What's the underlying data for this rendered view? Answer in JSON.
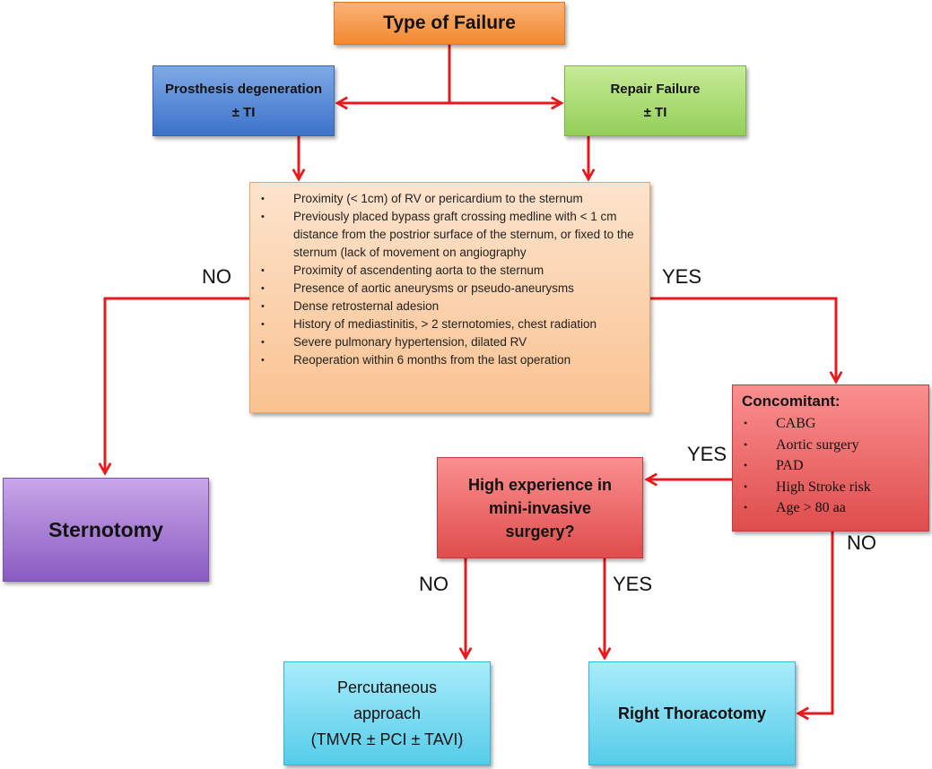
{
  "nodes": {
    "type_of_failure": "Type of Failure",
    "prosthesis": {
      "line1": "Prosthesis degeneration",
      "line2": "± TI"
    },
    "repair": {
      "line1": "Repair Failure",
      "line2": "± TI"
    },
    "criteria": [
      "Proximity (< 1cm) of RV or pericardium to the sternum",
      "Previously placed bypass graft crossing medline with < 1 cm distance from the postrior surface of the sternum, or fixed to the sternum (lack of movement  on angiography",
      "Proximity of ascendenting aorta to the sternum",
      "Presence of aortic aneurysms or pseudo-aneurysms",
      "Dense  retrosternal adesion",
      "History of mediastinitis, > 2 sternotomies, chest radiation",
      "Severe  pulmonary hypertension, dilated RV",
      "Reoperation within 6 months from the  last operation"
    ],
    "concomitant": {
      "title": "Concomitant:",
      "items": [
        "CABG",
        "Aortic  surgery",
        "PAD",
        "High  Stroke risk",
        "Age > 80 aa"
      ]
    },
    "experience": {
      "line1": "High experience in",
      "line2": "mini-invasive",
      "line3": "surgery?"
    },
    "sternotomy": "Sternotomy",
    "percutaneous": {
      "line1": "Percutaneous",
      "line2": "approach",
      "line3": "(TMVR ± PCI ± TAVI)"
    },
    "thoracotomy": "Right Thoracotomy"
  },
  "edge_labels": {
    "criteria_no": "NO",
    "criteria_yes": "YES",
    "concomitant_yes": "YES",
    "concomitant_no": "NO",
    "experience_no": "NO",
    "experience_yes": "YES"
  },
  "colors": {
    "arrow": "#e8191c",
    "orange": "#f2892f",
    "blue": "#3d72c9",
    "green": "#93cf59",
    "peach": "#f9c291",
    "red": "#df4d4d",
    "purple": "#8a5bc2",
    "cyan": "#56cce9"
  }
}
